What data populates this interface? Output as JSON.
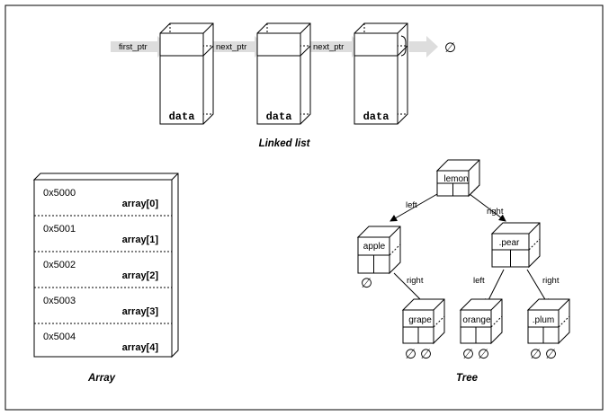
{
  "linked_list": {
    "caption": "Linked list",
    "head_label": "first_ptr",
    "link_labels": [
      "next_ptr",
      "next_ptr"
    ],
    "node_field": "data",
    "node_count": 3,
    "end_marker": "∅"
  },
  "array": {
    "caption": "Array",
    "rows": [
      {
        "address": "0x5000",
        "element": "array[0]"
      },
      {
        "address": "0x5001",
        "element": "array[1]"
      },
      {
        "address": "0x5002",
        "element": "array[2]"
      },
      {
        "address": "0x5003",
        "element": "array[3]"
      },
      {
        "address": "0x5004",
        "element": "array[4]"
      }
    ]
  },
  "tree": {
    "caption": "Tree",
    "left_label": "left",
    "right_label": "right",
    "null_marker": "∅",
    "nodes": {
      "lemon": "lemon",
      "apple": "apple",
      "pear": ".pear",
      "grape": "grape",
      "orange": "orange",
      "plum": ".plum"
    }
  }
}
